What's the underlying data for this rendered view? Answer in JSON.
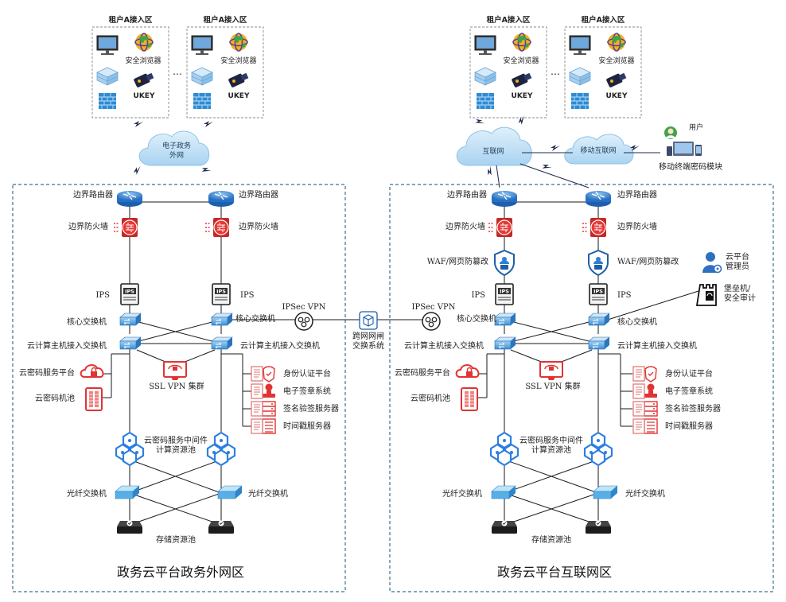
{
  "zones": {
    "left_title": "政务云平台政务外网区",
    "right_title": "政务云平台互联网区"
  },
  "tenant_areas": [
    {
      "title": "租户A接入区",
      "browser": "安全浏览器",
      "ukey": "UKEY"
    },
    {
      "title": "租户A接入区",
      "browser": "安全浏览器",
      "ukey": "UKEY"
    },
    {
      "title": "租户A接入区",
      "browser": "安全浏览器",
      "ukey": "UKEY"
    },
    {
      "title": "租户A接入区",
      "browser": "安全浏览器",
      "ukey": "UKEY"
    }
  ],
  "ellipsis": "…",
  "clouds": {
    "egov_line1": "电子政务",
    "egov_line2": "外网",
    "internet": "互联网",
    "mobile": "移动互联网"
  },
  "mobile_user": {
    "user": "用户",
    "module": "移动终端密码模块"
  },
  "left": {
    "router_l": "边界路由器",
    "router_r": "边界路由器",
    "fw_l": "边界防火墙",
    "fw_r": "边界防火墙",
    "ips_l": "IPS",
    "ips_r": "IPS",
    "core_l": "核心交换机",
    "core_r": "核心交换机",
    "access_l": "云计算主机接入交换机",
    "access_r": "云计算主机接入交换机",
    "ipsec": "IPSec VPN",
    "kms": "云密码服务平台",
    "hsm": "云密码机池",
    "sslvpn": "SSL VPN 集群",
    "svc": [
      "身份认证平台",
      "电子签章系统",
      "签名验签服务器",
      "时间戳服务器"
    ],
    "pool_line1": "云密码服务中间件",
    "pool_line2": "计算资源池",
    "fiber_l": "光纤交换机",
    "fiber_r": "光纤交换机",
    "storage": "存储资源池"
  },
  "gap": {
    "line1": "跨网网闸",
    "line2": "交换系统"
  },
  "right": {
    "router_l": "边界路由器",
    "router_r": "边界路由器",
    "fw_l": "边界防火墙",
    "fw_r": "边界防火墙",
    "waf_l": "WAF/网页防篡改",
    "waf_r": "WAF/网页防篡改",
    "ips_l": "IPS",
    "ips_r": "IPS",
    "core_l": "核心交换机",
    "core_r": "核心交换机",
    "access_l": "云计算主机接入交换机",
    "access_r": "云计算主机接入交换机",
    "ipsec": "IPSec VPN",
    "kms": "云密码服务平台",
    "hsm": "云密码机池",
    "sslvpn": "SSL VPN 集群",
    "svc": [
      "身份认证平台",
      "电子签章系统",
      "签名验签服务器",
      "时间戳服务器"
    ],
    "pool_line1": "云密码服务中间件",
    "pool_line2": "计算资源池",
    "fiber_l": "光纤交换机",
    "fiber_r": "光纤交换机",
    "storage": "存储资源池",
    "admin_line1": "云平台",
    "admin_line2": "管理员",
    "bastion_line1": "堡垒机/",
    "bastion_line2": "安全审计"
  },
  "colors": {
    "zone_border": "#3e6f8e",
    "router": "#2e7fd0",
    "firewall": "#d93535",
    "switch": "#3a8fd6",
    "hexagon": "#2c7fe0",
    "crypto_red": "#e03434",
    "storage": "#222222"
  }
}
